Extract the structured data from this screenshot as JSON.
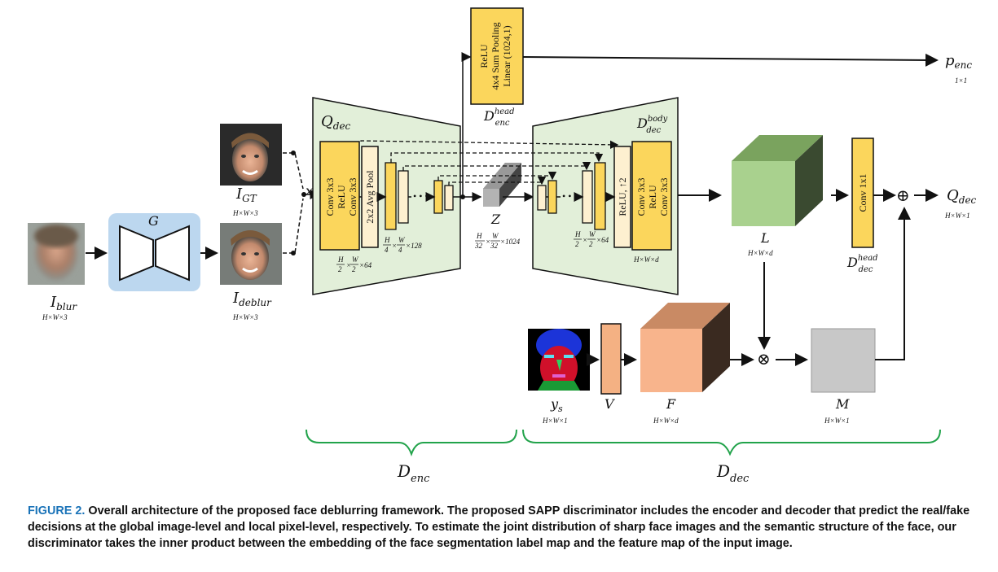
{
  "labels": {
    "i_blur": "I",
    "i_blur_sub": "blur",
    "i_blur_dim": "H×W×3",
    "g": "G",
    "i_gt": "I",
    "i_gt_sub": "GT",
    "i_gt_dim": "H×W×3",
    "i_deblur": "I",
    "i_deblur_sub": "deblur",
    "i_deblur_dim": "H×W×3",
    "x": "x",
    "q_dec": "Q",
    "q_dec_sub": "dec",
    "d_body": "D",
    "d_body_sup": "body",
    "d_body_sub": "dec",
    "d_enc_head": "D",
    "d_enc_head_sup": "head",
    "d_enc_head_sub": "enc",
    "p_enc": "p",
    "p_enc_sub": "enc",
    "p_enc_dim": "1×1",
    "z": "Z",
    "z_dim": "×1024",
    "enc_dim1": "×64",
    "enc_dim2": "×128",
    "dec_dim1": "×64",
    "dec_dim2": "H×W×d",
    "l": "L",
    "l_dim": "H×W×d",
    "d_dec_head": "D",
    "d_dec_head_sup": "head",
    "d_dec_head_sub": "dec",
    "q_out": "Q",
    "q_out_sub": "dec",
    "q_out_dim": "H×W×1",
    "ys": "y",
    "ys_sub": "s",
    "ys_dim": "H×W×1",
    "v": "V",
    "f": "F",
    "f_dim": "H×W×d",
    "m": "M",
    "m_dim": "H×W×1",
    "d_enc": "D",
    "d_enc_sub": "enc",
    "d_dec": "D",
    "d_dec_sub": "dec",
    "frac_h": "H",
    "frac_w": "W",
    "frac_2": "2",
    "frac_4": "4",
    "frac_32": "32",
    "times": "×",
    "ellipsis": "• • •"
  },
  "blocks": {
    "enc_conv": [
      "Conv 3x3",
      "ReLU",
      "Conv 3x3"
    ],
    "avg_pool": "2x2 Avg Pool",
    "head_enc": [
      "ReLU",
      "4x4 Sum Pooling",
      "Linear (1024,1)"
    ],
    "dec_up": "ReLU, ↑2",
    "dec_conv": [
      "Conv 3x3",
      "ReLU",
      "Conv 3x3"
    ],
    "conv1x1": "Conv 1x1"
  },
  "symbols": {
    "oplus": "⊕",
    "otimes": "⊗"
  },
  "colors": {
    "yellow_block": "#fbd65c",
    "cream_block": "#fdf0d0",
    "trapezoid": "#e2efd9",
    "generator_bg": "#bcd7ef",
    "cube_green": "#a9d18e",
    "cube_orange": "#f8b48c",
    "gray_map": "#c8c8c8",
    "brace_green": "#22a34b",
    "v_block": "#f4b183"
  },
  "caption": {
    "figure_label": "FIGURE 2.",
    "text": "Overall architecture of the proposed face deblurring framework. The proposed SAPP discriminator includes the encoder and decoder that predict the real/fake decisions at the global image-level and local pixel-level, respectively. To estimate the joint distribution of sharp face images and the semantic structure of the face, our discriminator takes the inner product between the embedding of the face segmentation label map and the feature map of the input image."
  }
}
